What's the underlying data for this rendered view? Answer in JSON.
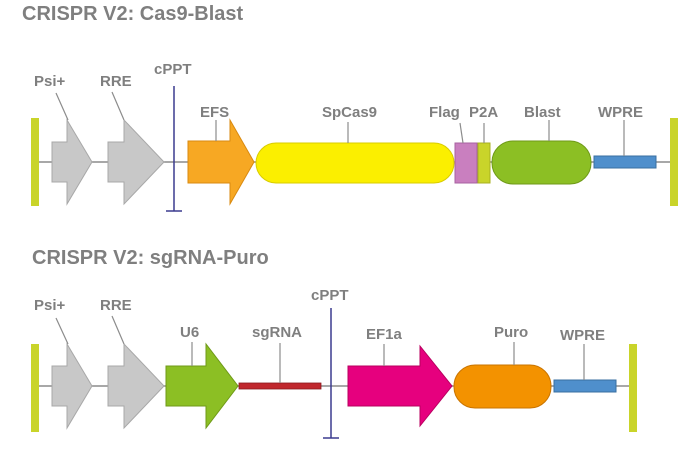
{
  "colors": {
    "ltr": "#c9d42a",
    "grey": "#c8c8c8",
    "efs": "#f7a823",
    "cas9": "#fbef00",
    "flag": "#c97fbf",
    "p2a": "#c9d42a",
    "blast": "#8cbf24",
    "wpre": "#4f8fcc",
    "u6": "#8cbf24",
    "sgrna": "#c0272d",
    "ef1a": "#e6007e",
    "puro": "#f39200",
    "cppt": "#3b3b8f"
  },
  "diagram1": {
    "title": "CRISPR V2: Cas9-Blast",
    "labels": {
      "psi": "Psi+",
      "rre": "RRE",
      "cppt": "cPPT",
      "efs": "EFS",
      "cas9": "SpCas9",
      "flag": "Flag",
      "p2a": "P2A",
      "blast": "Blast",
      "wpre": "WPRE"
    }
  },
  "diagram2": {
    "title": "CRISPR V2: sgRNA-Puro",
    "labels": {
      "psi": "Psi+",
      "rre": "RRE",
      "u6": "U6",
      "sgrna": "sgRNA",
      "cppt": "cPPT",
      "ef1a": "EF1a",
      "puro": "Puro",
      "wpre": "WPRE"
    }
  }
}
